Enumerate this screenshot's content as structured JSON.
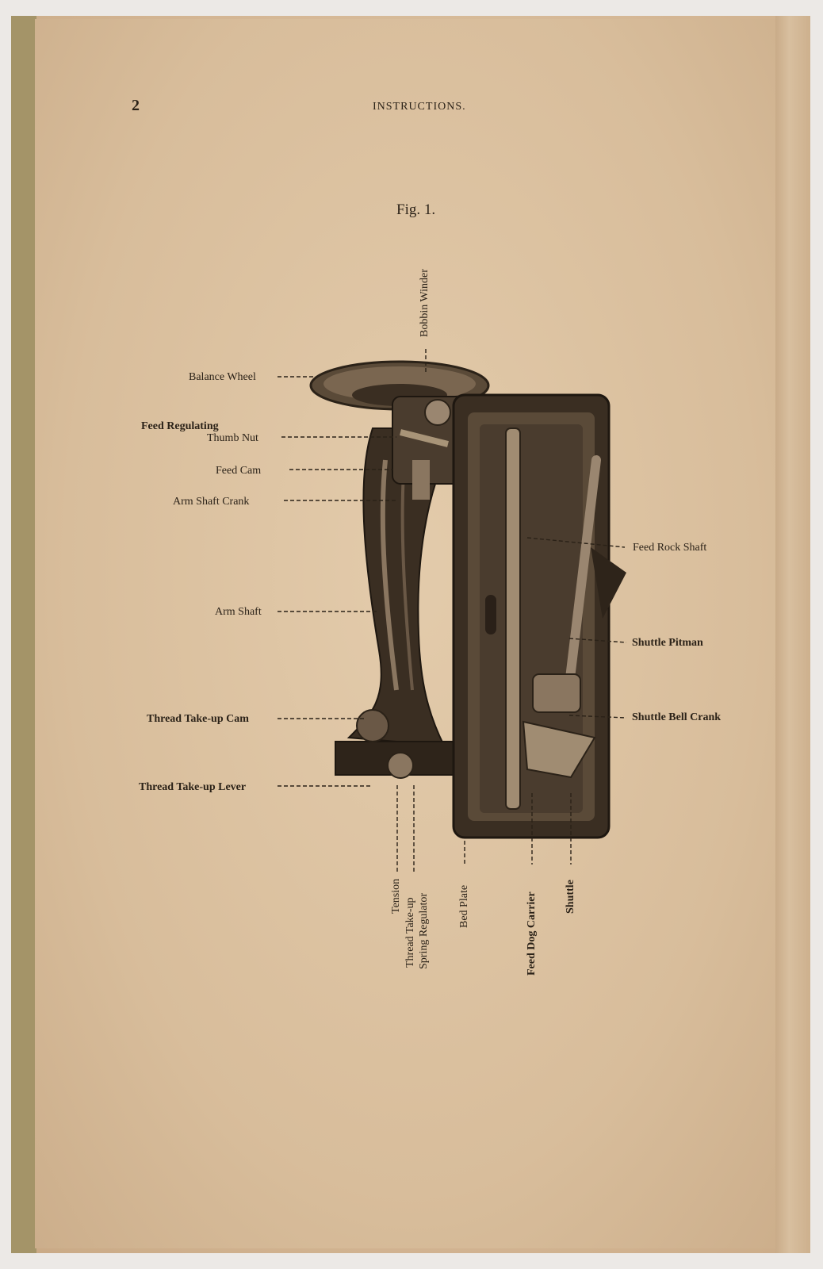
{
  "header": {
    "page_number": "2",
    "running_head": "INSTRUCTIONS."
  },
  "figure": {
    "title": "Fig. 1.",
    "labels": {
      "balance_wheel": "Balance Wheel",
      "feed_regulating_line1": "Feed Regulating",
      "feed_regulating_line2": "Thumb Nut",
      "feed_cam": "Feed Cam",
      "arm_shaft_crank": "Arm Shaft Crank",
      "arm_shaft": "Arm Shaft",
      "thread_takeup_cam": "Thread Take-up Cam",
      "thread_takeup_lever": "Thread Take-up Lever",
      "feed_rock_shaft": "Feed Rock Shaft",
      "shuttle_pitman": "Shuttle Pitman",
      "shuttle_bell_crank": "Shuttle Bell Crank",
      "bobbin_winder": "Bobbin Winder",
      "tension": "Tension",
      "thread_takeup_spring_line1": "Thread Take-up",
      "thread_takeup_spring_line2": "Spring Regulator",
      "bed_plate": "Bed Plate",
      "feed_dog_carrier": "Feed Dog Carrier",
      "shuttle": "Shuttle"
    }
  },
  "colors": {
    "paper": "#dcc3a2",
    "ink": "#2b2218",
    "machine_dark": "#3a2e22"
  }
}
